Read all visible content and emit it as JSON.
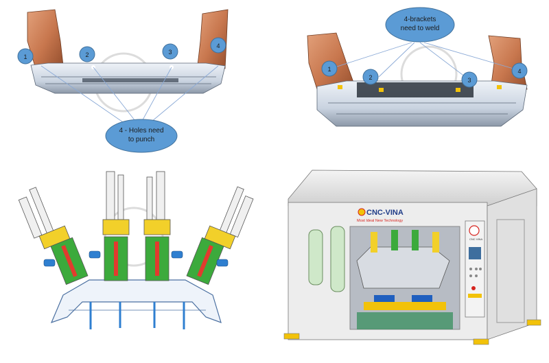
{
  "panels": {
    "top_left": {
      "numbers": [
        "1",
        "2",
        "3",
        "4"
      ],
      "callout": {
        "line1": "4 - Holes need",
        "line2": "to punch"
      }
    },
    "top_right": {
      "numbers": [
        "1",
        "2",
        "3",
        "4"
      ],
      "callout": {
        "line1": "4-brackets",
        "line2": "need to weld"
      }
    },
    "bottom_right": {
      "brand": "CNC-VINA",
      "tagline": "Most Ideal New Technology",
      "panel_text": "CNC VINA"
    }
  },
  "colors": {
    "callout_fill": "#5b9bd5",
    "callout_stroke": "#41719c",
    "bumper_copper": "#c8774e",
    "bumper_gray": "#c9d3e0",
    "machine_frame": "#e6e6e6",
    "fixture_green": "#3caa3c",
    "fixture_red": "#e23b2e",
    "fixture_yellow": "#f2d02a",
    "brand_red": "#d6241f",
    "brand_blue": "#1f3c88"
  }
}
